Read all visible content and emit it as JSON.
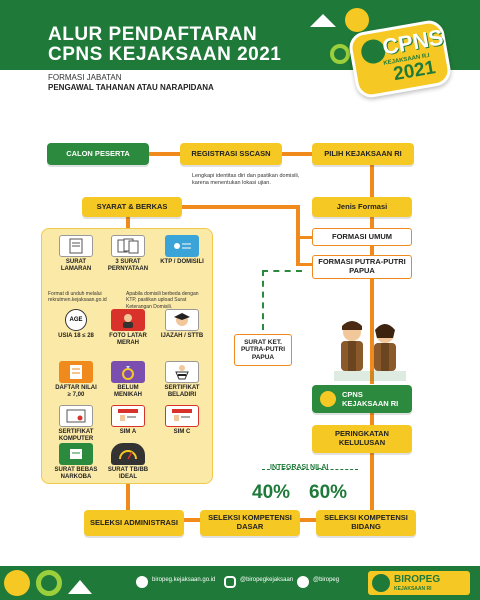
{
  "header": {
    "title_line1": "ALUR PENDAFTARAN",
    "title_line2": "CPNS KEJAKSAAN 2021",
    "badge_main": "CPNS",
    "badge_small": "KEJAKSAAN R.I",
    "badge_year": "2021"
  },
  "formasi": {
    "label": "FORMASI JABATAN",
    "value": "PENGAWAL TAHANAN ATAU NARAPIDANA"
  },
  "flow": {
    "calon_peserta": "CALON PESERTA",
    "registrasi": "REGISTRASI SSCASN",
    "pilih": "PILIH KEJAKSAAN RI",
    "note_registrasi": "Lengkapi identitas diri dan pastikan domisili, karena menentukan lokasi ujian.",
    "syarat": "SYARAT & BERKAS",
    "jenis_formasi": "Jenis Formasi",
    "formasi_umum": "FORMASI UMUM",
    "formasi_papua": "FORMASI PUTRA-PUTRI PAPUA",
    "surat_papua": "SURAT KET. PUTRA-PUTRI PAPUA",
    "cpns_label": "CPNS",
    "kejaksaan_label": "KEJAKSAAN RI",
    "peringkatan": "PERINGKATAN KELULUSAN",
    "integrasi": "INTEGRASI NILAI",
    "pct1": "40%",
    "pct2": "60%",
    "seleksi_admin": "SELEKSI ADMINISTRASI",
    "seleksi_dasar": "SELEKSI KOMPETENSI DASAR",
    "seleksi_bidang": "SELEKSI KOMPETENSI BIDANG"
  },
  "requirements": {
    "surat_lamaran": "SURAT LAMARAN",
    "surat_pernyataan": "3 SURAT PERNYATAAN",
    "ktp": "KTP / DOMISILI",
    "note_left": "Format di unduh melalui rekrutmen.kejaksaan.go.id",
    "note_right": "Apabila domisili berbeda dengan KTP, pastikan upload Surat Keterangan Domisili.",
    "usia": "USIA 18 ≤ 28",
    "usia_icon": "AGE",
    "foto": "FOTO LATAR MERAH",
    "ijazah": "IJAZAH / STTB",
    "daftar_nilai": "DAFTAR NILAI ≥ 7,00",
    "belum_menikah": "BELUM MENIKAH",
    "sertifikat_beladiri": "SERTIFIKAT BELADIRI",
    "sertifikat_komputer": "SERTIFIKAT KOMPUTER",
    "sim_a": "SIM A",
    "sim_c": "SIM C",
    "narkoba": "SURAT BEBAS NARKOBA",
    "tb_bb": "SURAT TB/BB IDEAL"
  },
  "footer": {
    "website": "biropeg.kejaksaan.go.id",
    "instagram": "@biropegkejaksaan",
    "twitter": "@biropeg",
    "brand": "BIROPEG",
    "brand_sub": "KEJAKSAAN RI"
  },
  "colors": {
    "green": "#1f7a39",
    "yellow": "#f6c823",
    "orange": "#f08a1c",
    "panel": "#fbe9a8"
  }
}
